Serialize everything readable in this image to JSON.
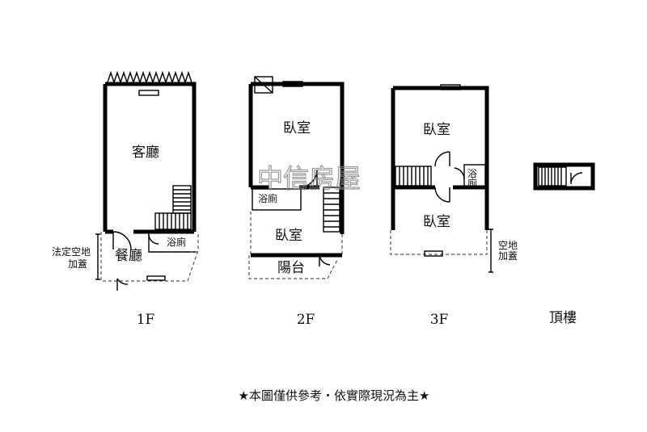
{
  "floors": {
    "f1": {
      "label": "1F",
      "living_room": "客廳",
      "dining_room": "餐廳",
      "bathroom": "浴廁",
      "legal_space_line1": "法定空地",
      "legal_space_line2": "加蓋"
    },
    "f2": {
      "label": "2F",
      "bedroom_upper": "臥室",
      "bedroom_lower": "臥室",
      "bathroom": "浴廁",
      "balcony": "陽台"
    },
    "f3": {
      "label": "3F",
      "bedroom_upper": "臥室",
      "bedroom_lower": "臥室",
      "bathroom_line1": "浴",
      "bathroom_line2": "廁",
      "empty_space_line1": "空地",
      "empty_space_line2": "加蓋"
    },
    "roof": {
      "label": "頂樓"
    }
  },
  "watermark": "中信房屋",
  "disclaimer": "★本圖僅供參考・依實際現況為主★"
}
